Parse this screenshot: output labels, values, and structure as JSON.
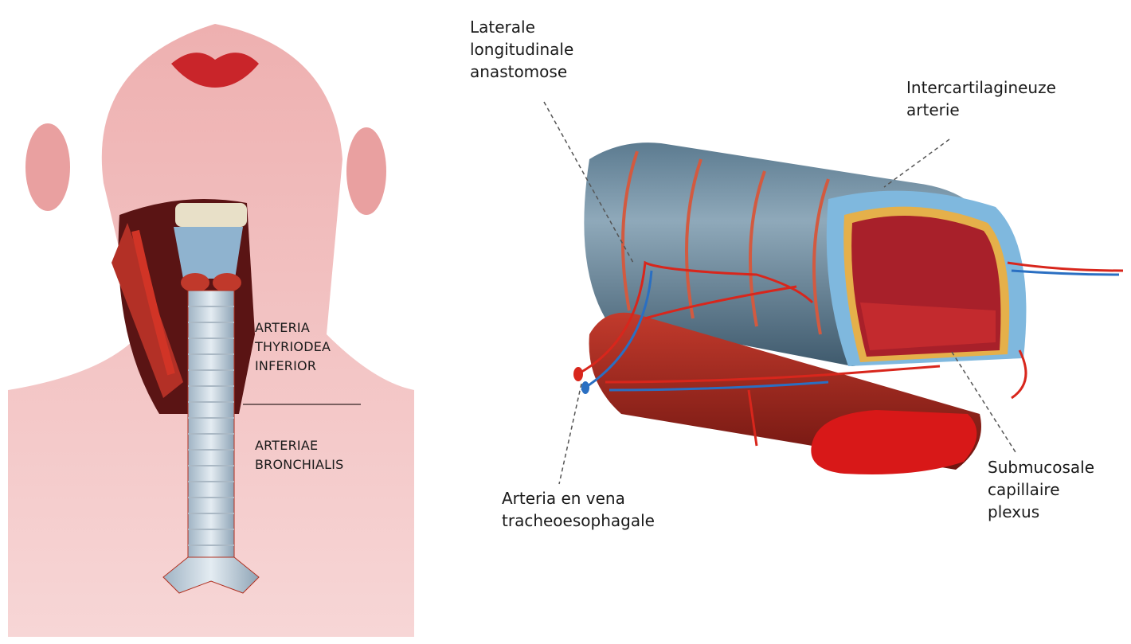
{
  "left_figure": {
    "label_upper": [
      "ARTERIA",
      "THYRIODEA",
      "INFERIOR"
    ],
    "label_lower": [
      "ARTERIAE",
      "BRONCHIALIS"
    ]
  },
  "right_figure": {
    "labels": {
      "lateral": [
        "Laterale",
        "longitudinale",
        "anastomose"
      ],
      "intercartilaginous": [
        "Intercartilagineuze",
        "arterie"
      ],
      "tracheoesophageal": [
        "Arteria en vena",
        "tracheoesophagale"
      ],
      "submucosal": [
        "Submucosale",
        "capillaire",
        "plexus"
      ]
    }
  },
  "colors": {
    "skin": "#f2b8b8",
    "artery": "#d8261c",
    "vein": "#2a6fc2",
    "trachea": "#7e98ab",
    "cartilage": "#9ccbe8"
  }
}
